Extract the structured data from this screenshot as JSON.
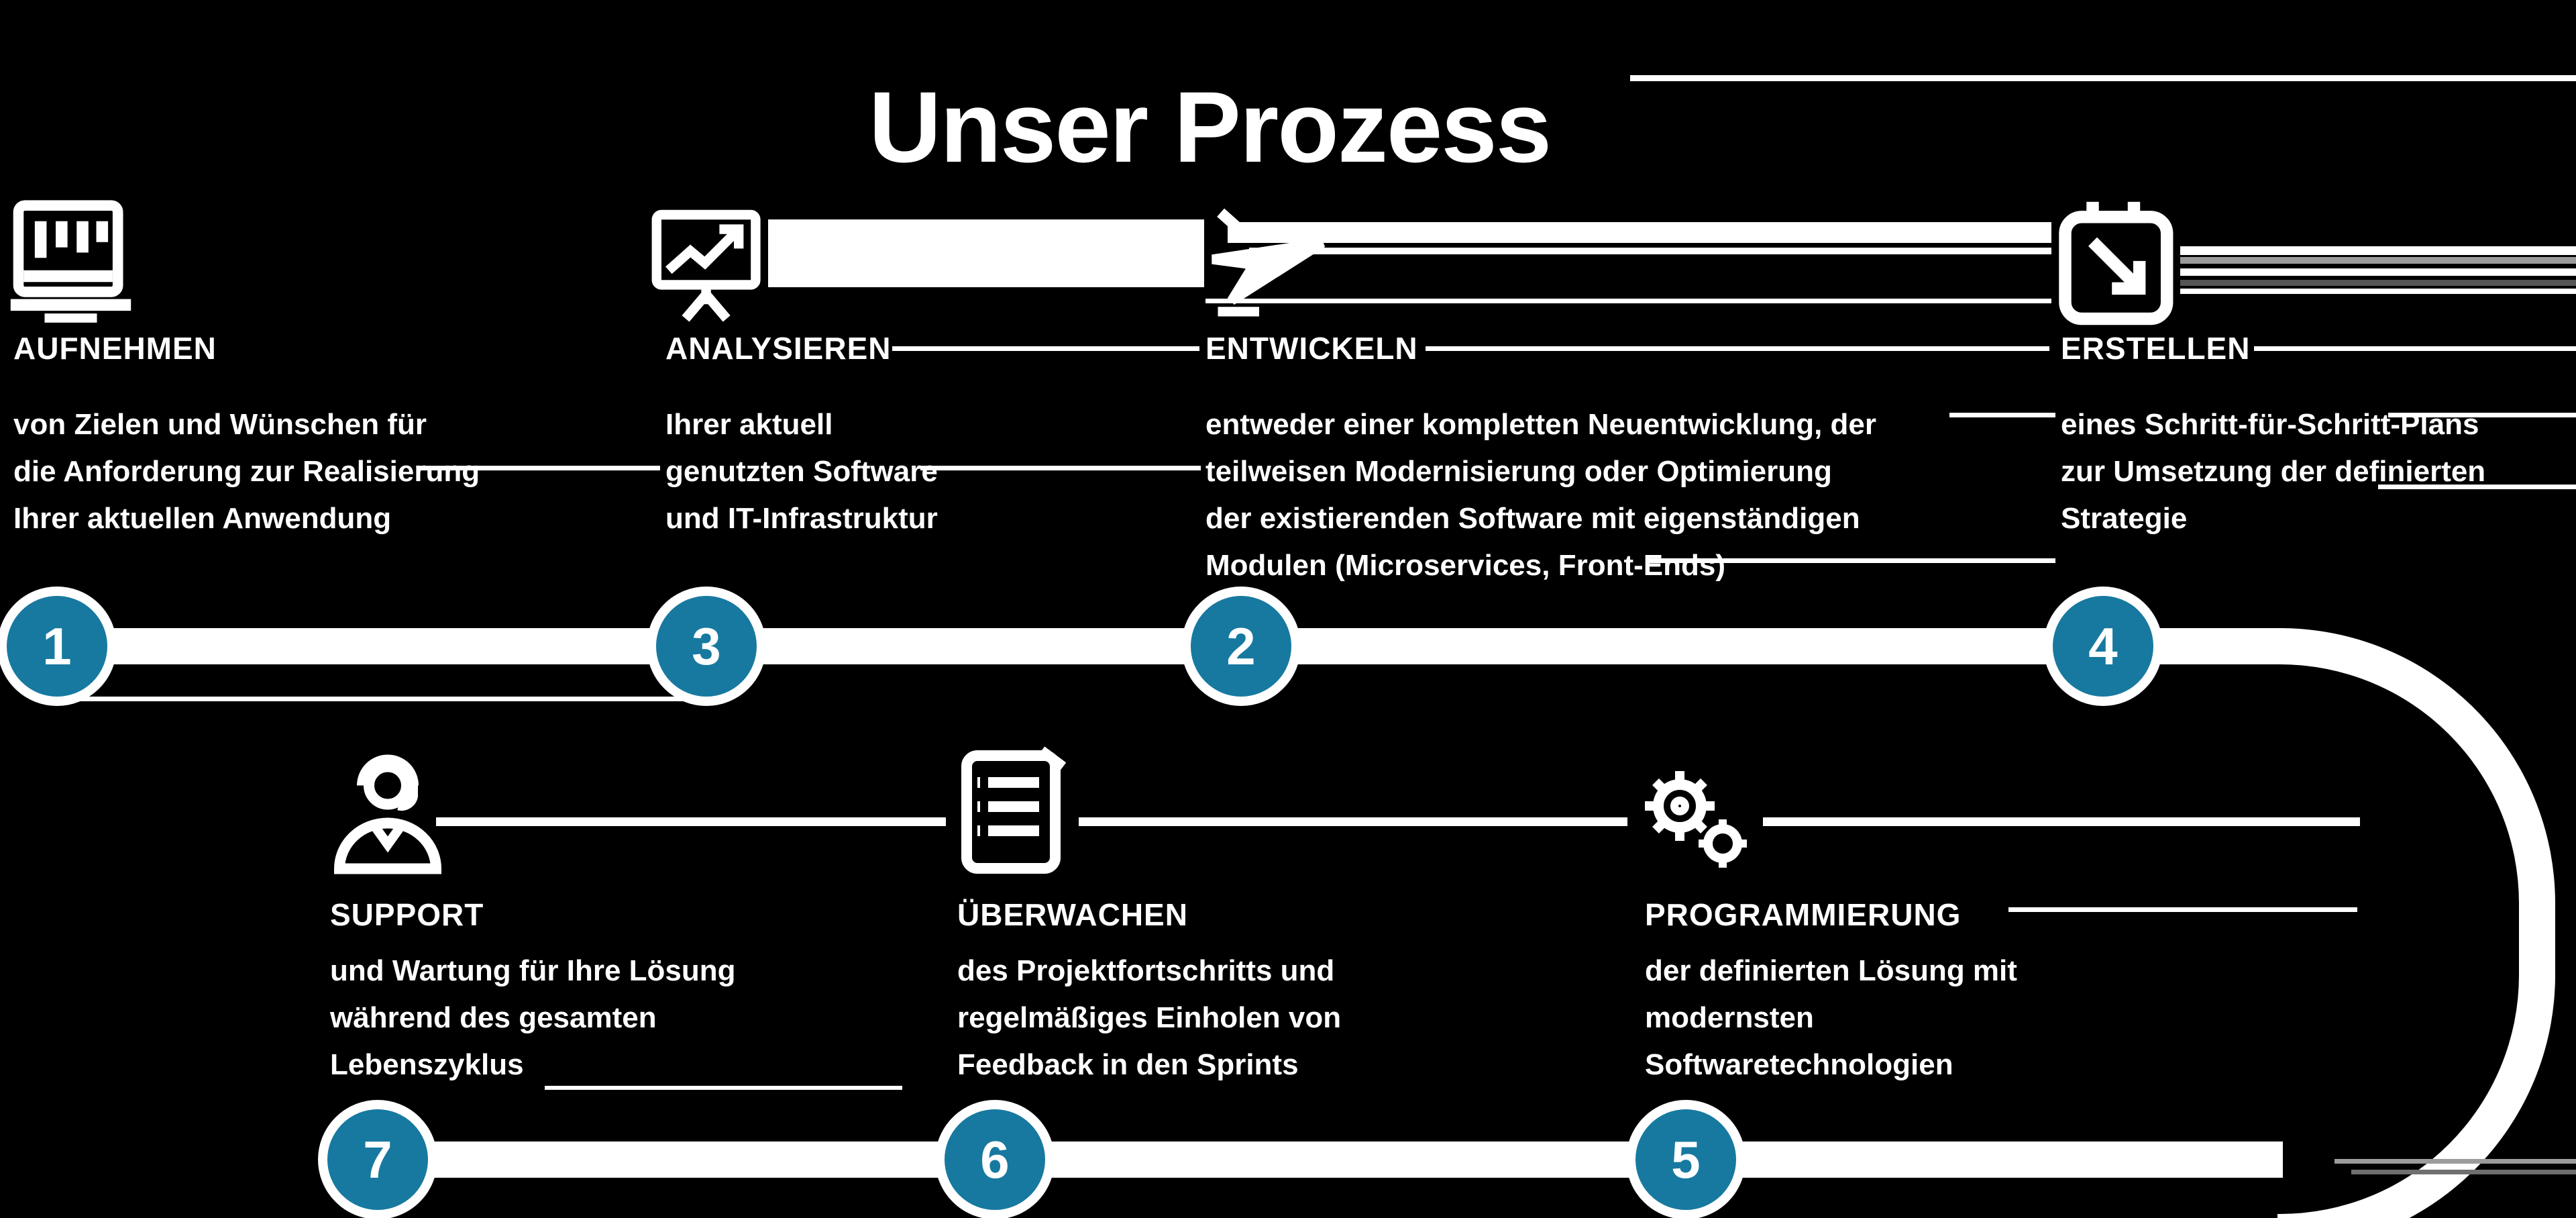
{
  "title": "Unser Prozess",
  "colors": {
    "accent": "#1779A0",
    "background": "#000000",
    "line": "#FFFFFF",
    "line_gray": "#9B9B9B",
    "line_darkgray": "#6F6F6F"
  },
  "steps_top": [
    {
      "number": "1",
      "title": "AUFNEHMEN",
      "icon": "bar-chart-board-icon",
      "lines": [
        "von Zielen und Wünschen für",
        "die Anforderung zur Realisierung",
        "Ihrer aktuellen Anwendung"
      ]
    },
    {
      "number": "3",
      "title": "ANALYSIEREN",
      "icon": "presentation-chart-icon",
      "lines": [
        "Ihrer aktuell",
        "genutzten Software",
        "und IT-Infrastruktur"
      ]
    },
    {
      "number": "2",
      "title": "ENTWICKELN",
      "icon": "arrow-right-icon",
      "lines": [
        "entweder einer kompletten Neuentwicklung, der",
        "teilweisen Modernisierung oder Optimierung",
        "der existierenden Software mit eigenständigen",
        "Modulen (Microservices, Front-Ends)"
      ]
    },
    {
      "number": "4",
      "title": "ERSTELLEN",
      "icon": "window-diagonal-arrow-icon",
      "lines": [
        "eines Schritt-für-Schritt-Plans",
        "zur Umsetzung der definierten",
        "Strategie"
      ]
    }
  ],
  "steps_bottom": [
    {
      "number": "7",
      "title": "SUPPORT",
      "icon": "headset-support-icon",
      "lines": [
        "und Wartung für Ihre Lösung",
        "während des gesamten",
        "Lebenszyklus"
      ]
    },
    {
      "number": "6",
      "title": "ÜBERWACHEN",
      "icon": "checklist-icon",
      "lines": [
        "des Projektfortschritts und",
        "regelmäßiges Einholen von",
        "Feedback in den Sprints"
      ]
    },
    {
      "number": "5",
      "title": "PROGRAMMIERUNG",
      "icon": "gears-icon",
      "lines": [
        "der definierten Lösung mit",
        "modernsten",
        "Softwaretechnologien"
      ]
    }
  ]
}
